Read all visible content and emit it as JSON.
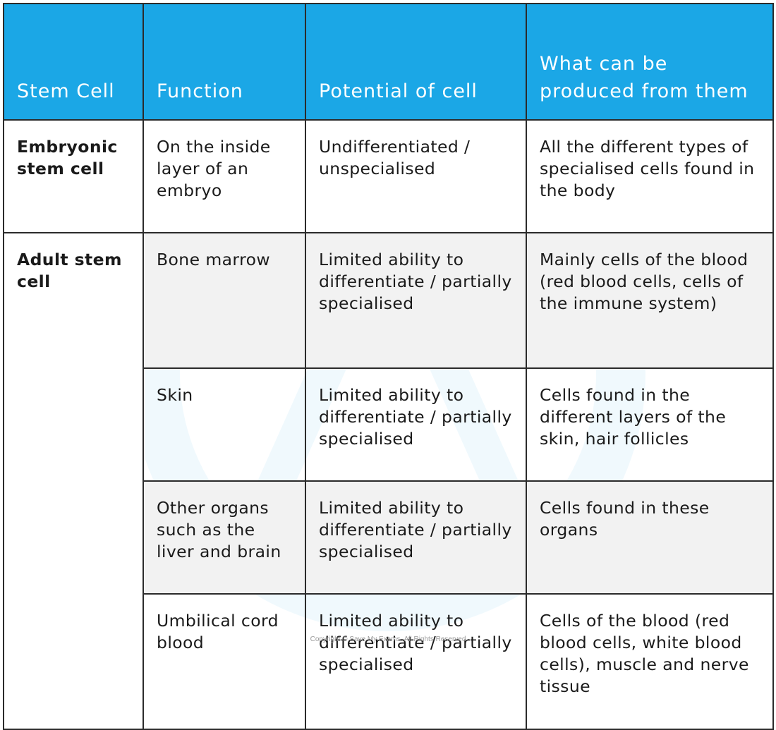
{
  "table": {
    "headers": {
      "stem_cell": "Stem Cell",
      "function": "Function",
      "potential": "Potential of cell",
      "produced": "What can be produced from them"
    },
    "embryonic": {
      "label": "Embryonic stem cell",
      "function": "On the inside layer of an embryo",
      "potential": "Undifferentiated / unspecialised",
      "produced": "All the different types of specialised cells found in the body"
    },
    "adult": {
      "label": "Adult stem cell",
      "rows": [
        {
          "function": "Bone marrow",
          "potential": "Limited ability to differentiate / partially specialised",
          "produced": "Mainly cells of the blood (red blood cells, cells of the immune system)"
        },
        {
          "function": "Skin",
          "potential": "Limited ability to differentiate / partially specialised",
          "produced": "Cells found in the different layers of the skin, hair follicles"
        },
        {
          "function": "Other organs such as the liver and brain",
          "potential": "Limited ability to differentiate / partially specialised",
          "produced": "Cells found in these organs"
        },
        {
          "function": "Umbilical cord blood",
          "potential": "Limited ability to differentiate / partially specialised",
          "produced": "Cells of the blood (red blood cells, white blood cells), muscle and nerve tissue"
        }
      ]
    }
  },
  "copyright": "Copyright © Save My Exams. All Rights Reserved",
  "colors": {
    "header_bg": "#1ba7e6",
    "header_text": "#ffffff",
    "shaded_row": "#f2f2f2",
    "border": "#2b2b2b"
  }
}
